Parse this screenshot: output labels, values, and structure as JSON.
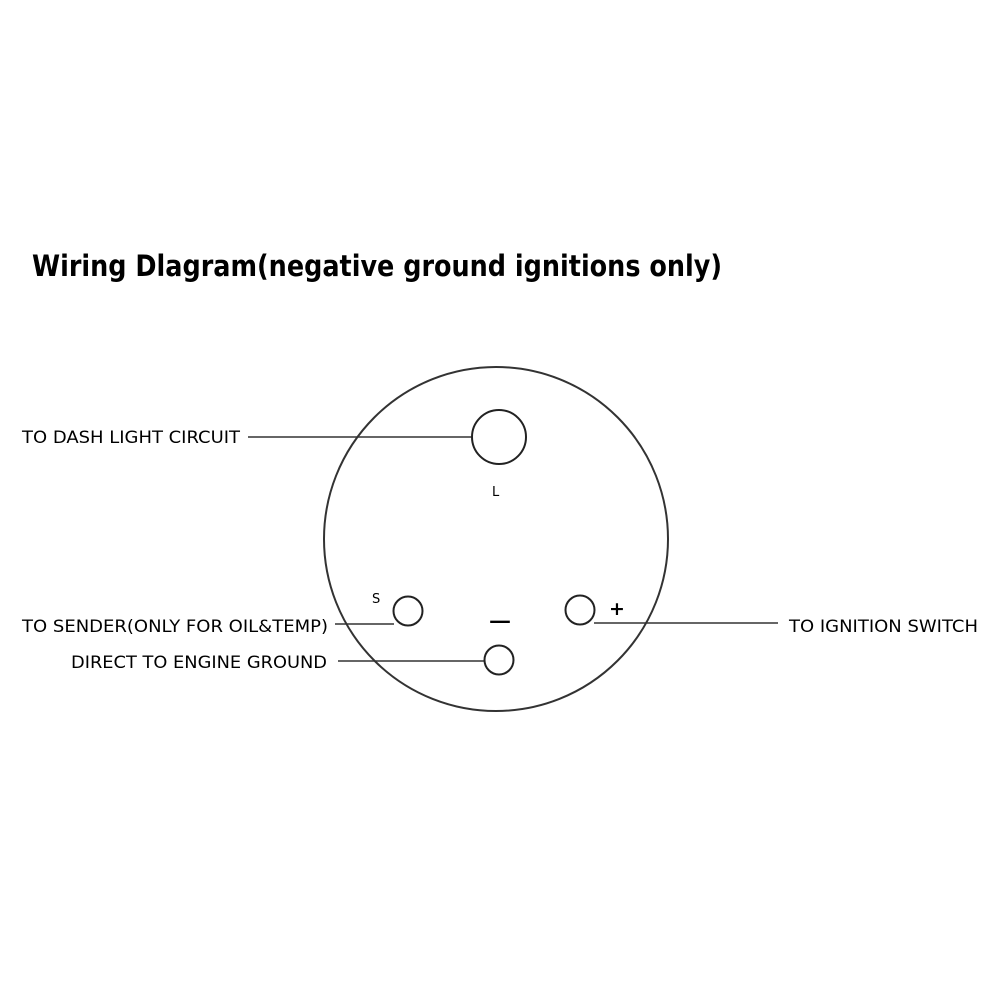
{
  "title": "Wiring Dlagram(negative ground ignitions only)",
  "labels": {
    "dash_light": "TO DASH LIGHT CIRCUIT",
    "sender": "TO SENDER(ONLY FOR OIL&TEMP)",
    "engine_ground": "DIRECT TO ENGINE GROUND",
    "ignition_switch": "TO IGNITION SWITCH"
  },
  "pins": {
    "light": "L",
    "sender": "S",
    "positive": "+",
    "negative": "—"
  },
  "colors": {
    "lines": "#333333",
    "text": "#000000",
    "background": "#ffffff"
  }
}
